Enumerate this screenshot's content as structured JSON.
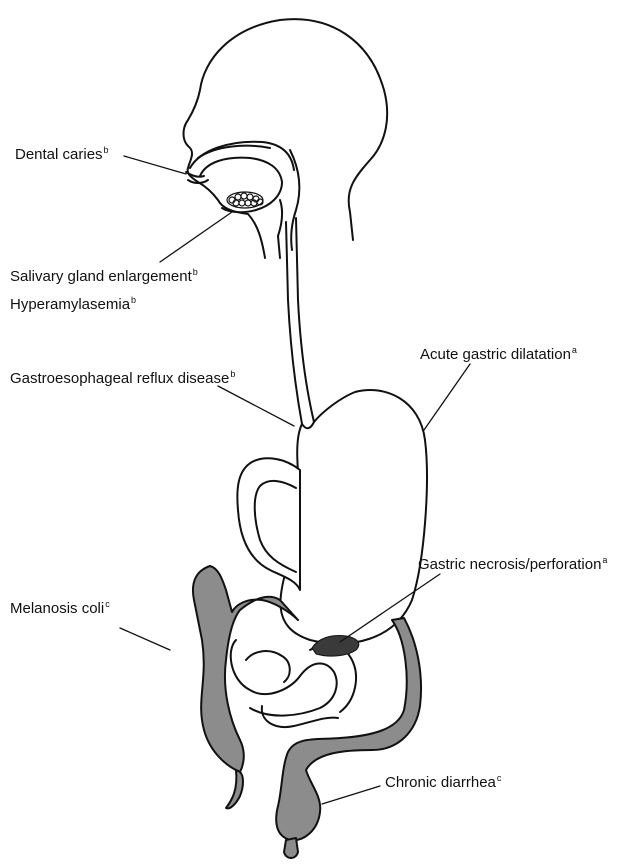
{
  "labels": {
    "dental_caries": {
      "text": "Dental caries",
      "sup": "b"
    },
    "salivary_gland": {
      "text": "Salivary gland enlargement",
      "sup": "b"
    },
    "hyperamylasemia": {
      "text": "Hyperamylasemia",
      "sup": "b"
    },
    "gerd": {
      "text": "Gastroesophageal reflux disease",
      "sup": "b"
    },
    "acute_gastric_dilatation": {
      "text": "Acute gastric dilatation",
      "sup": "a"
    },
    "gastric_necrosis": {
      "text": "Gastric necrosis/perforation",
      "sup": "a"
    },
    "melanosis_coli": {
      "text": "Melanosis coli",
      "sup": "c"
    },
    "chronic_diarrhea": {
      "text": "Chronic diarrhea",
      "sup": "c"
    }
  },
  "colors": {
    "outline": "#111111",
    "colon_fill": "#8c8c8c",
    "necrosis_fill": "#3a3a3a"
  }
}
